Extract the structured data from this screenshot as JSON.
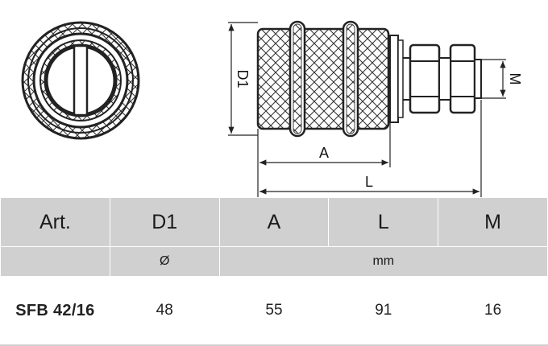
{
  "drawing": {
    "dimension_labels": {
      "d1": "D1",
      "a": "A",
      "l": "L",
      "m": "M"
    }
  },
  "table": {
    "headers": [
      "Art.",
      "D1",
      "A",
      "L",
      "M"
    ],
    "units": {
      "d1": "Ø",
      "length": "mm"
    },
    "rows": [
      {
        "art": "SFB 42/16",
        "d1": "48",
        "a": "55",
        "l": "91",
        "m": "16"
      }
    ]
  }
}
